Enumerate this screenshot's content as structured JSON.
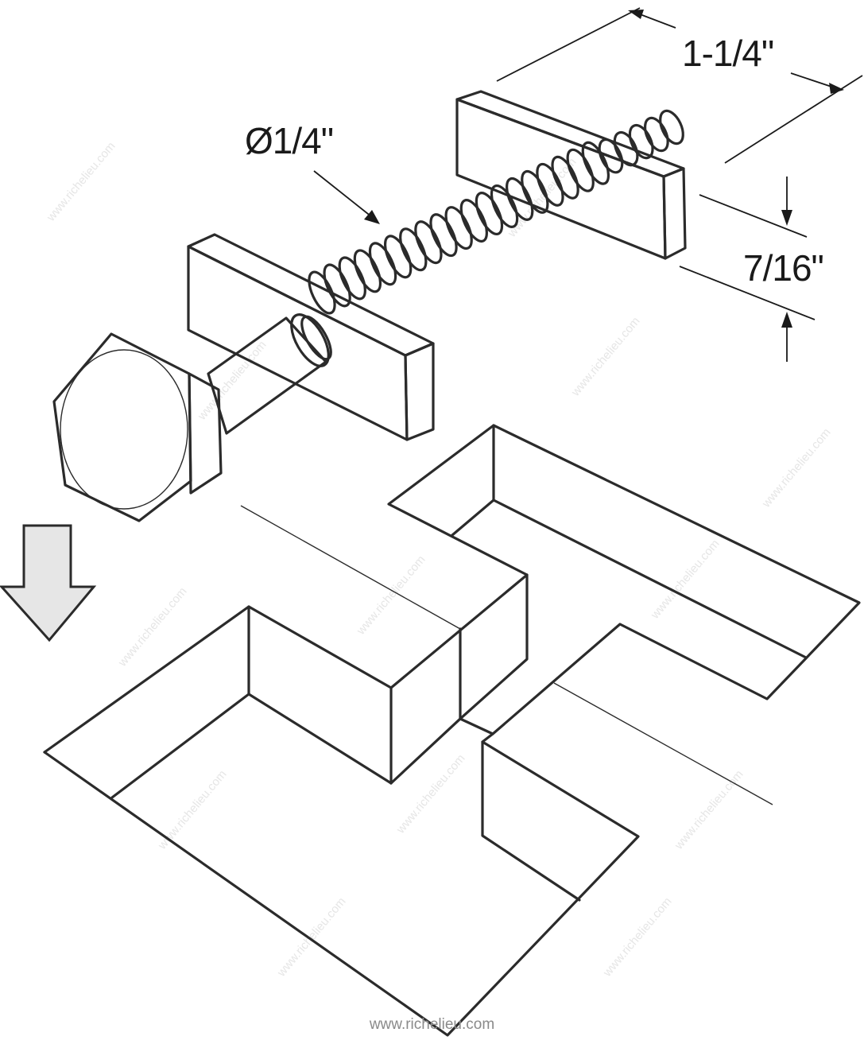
{
  "diagram": {
    "title": "Bolt with plates installed into mortises",
    "dimensions": {
      "length": "1-1/4\"",
      "diameter": "Ø1/4\"",
      "plate_height": "7/16\""
    },
    "footer_url": "www.richelieu.com",
    "watermark": "www.richelieu.com",
    "colors": {
      "line": "#2b2b2b",
      "arrow_fill": "#e6e6e6",
      "footer": "#8a8a8a"
    }
  }
}
